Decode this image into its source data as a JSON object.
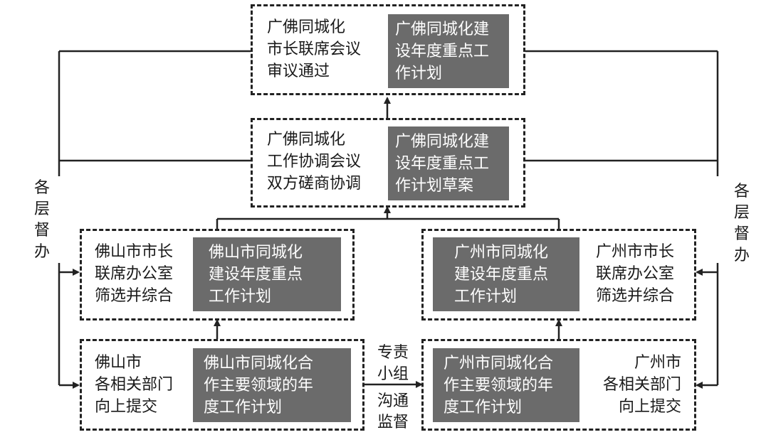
{
  "nodes": {
    "meeting_review": {
      "text": "广佛同城化\n市长联席会议\n审议通过",
      "highlight": "广佛同城化建\n设年度重点工\n作计划"
    },
    "coordination": {
      "text": "广佛同城化\n工作协调会议\n双方磋商协调",
      "highlight": "广佛同城化建\n设年度重点工\n作计划草案"
    },
    "foshan_office": {
      "text": "佛山市市长\n联席办公室\n筛选并综合",
      "highlight": "佛山市同城化\n建设年度重点\n工作计划"
    },
    "guangzhou_office": {
      "text": "广州市市长\n联席办公室\n筛选并综合",
      "highlight": "广州市同城化\n建设年度重点\n工作计划"
    },
    "foshan_depts": {
      "text": "佛山市\n各相关部门\n向上提交",
      "highlight": "佛山市同城化合\n作主要领域的年\n度工作计划"
    },
    "guangzhou_depts": {
      "text": "广州市\n各相关部门\n向上提交",
      "highlight": "广州市同城化合\n作主要领域的年\n度工作计划"
    }
  },
  "side_labels": {
    "left": "各层督办",
    "right": "各层督办"
  },
  "center_labels": {
    "top": "专责\n小组",
    "bottom": "沟通\n监督"
  },
  "colors": {
    "highlight_fill": "#6b6b6b",
    "line": "#222222"
  }
}
